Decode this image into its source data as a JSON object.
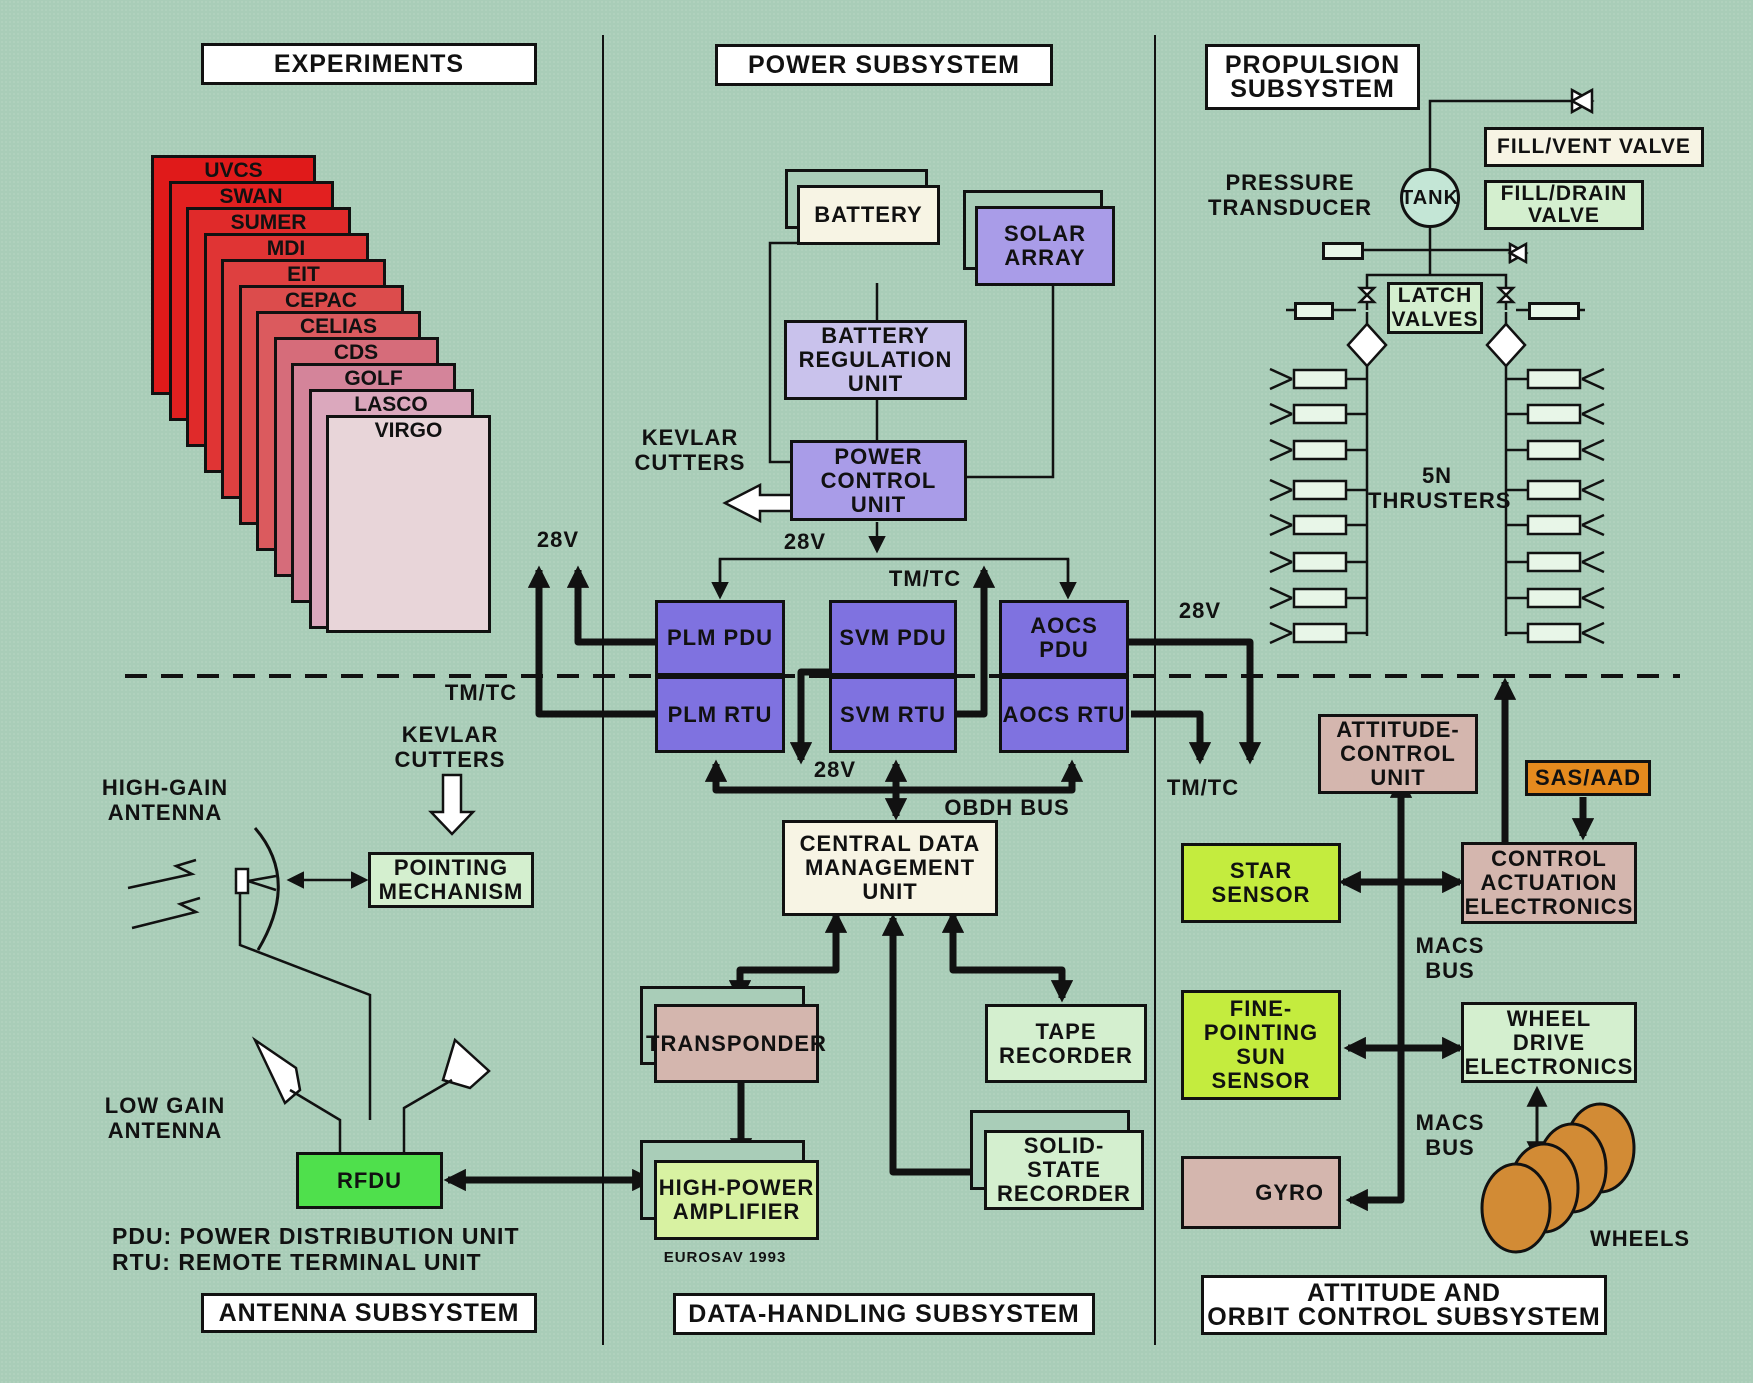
{
  "sections": {
    "experiments": "EXPERIMENTS",
    "power": "POWER SUBSYSTEM",
    "propulsion": "PROPULSION\nSUBSYSTEM",
    "antenna": "ANTENNA SUBSYSTEM",
    "data_handling": "DATA-HANDLING SUBSYSTEM",
    "aocs": "ATTITUDE AND\nORBIT CONTROL SUBSYSTEM"
  },
  "experiments": [
    "UVCS",
    "SWAN",
    "SUMER",
    "MDI",
    "EIT",
    "CEPAC",
    "CELIAS",
    "CDS",
    "GOLF",
    "LASCO",
    "VIRGO"
  ],
  "power": {
    "battery": "BATTERY",
    "solar_array": "SOLAR\nARRAY",
    "bru": "BATTERY\nREGULATION\nUNIT",
    "pcu": "POWER\nCONTROL\nUNIT",
    "kevlar": "KEVLAR\nCUTTERS",
    "v28": "28V"
  },
  "units": {
    "plm_pdu": "PLM PDU",
    "svm_pdu": "SVM PDU",
    "aocs_pdu": "AOCS PDU",
    "plm_rtu": "PLM RTU",
    "svm_rtu": "SVM RTU",
    "aocs_rtu": "AOCS RTU"
  },
  "bus_labels": {
    "v28_left": "28V",
    "v28_top": "28V",
    "v28_right": "28V",
    "v28_bottom": "28V",
    "tmtc_top": "TM/TC",
    "tmtc_left": "TM/TC",
    "tmtc_right": "TM/TC",
    "obdh": "OBDH BUS"
  },
  "data_handling": {
    "cdmu": "CENTRAL DATA\nMANAGEMENT\nUNIT",
    "transponder": "TRANSPONDER",
    "tape": "TAPE\nRECORDER",
    "ssr": "SOLID-\nSTATE\nRECORDER",
    "hpa": "HIGH-POWER\nAMPLIFIER",
    "credit": "EUROSAV 1993"
  },
  "antenna": {
    "high_gain": "HIGH-GAIN\nANTENNA",
    "kevlar": "KEVLAR\nCUTTERS",
    "pointing": "POINTING\nMECHANISM",
    "low_gain": "LOW GAIN\nANTENNA",
    "rfdu": "RFDU",
    "legend_pdu": "PDU:  POWER  DISTRIBUTION  UNIT",
    "legend_rtu": "RTU:  REMOTE  TERMINAL  UNIT"
  },
  "propulsion": {
    "tank": "TANK",
    "fill_vent": "FILL/VENT VALVE",
    "fill_drain": "FILL/DRAIN\nVALVE",
    "pressure": "PRESSURE\nTRANSDUCER",
    "latch": "LATCH\nVALVES",
    "thrusters": "5N\nTHRUSTERS"
  },
  "aocs": {
    "acu": "ATTITUDE-\nCONTROL\nUNIT",
    "sas": "SAS/AAD",
    "star": "STAR\nSENSOR",
    "cae": "CONTROL\nACTUATION\nELECTRONICS",
    "fpss": "FINE-\nPOINTING\nSUN\nSENSOR",
    "wde": "WHEEL\nDRIVE\nELECTRONICS",
    "macs1": "MACS\nBUS",
    "macs2": "MACS\nBUS",
    "gyro": "GYRO",
    "wheels": "WHEELS"
  },
  "colors": {
    "background": "#a9cdb8",
    "power_units": "#7f72e0",
    "sensor_green": "#c4ec3e",
    "rfdu_green": "#4fe04c",
    "sas_orange": "#e58a1e",
    "experiments_red": "#e01a1a"
  }
}
